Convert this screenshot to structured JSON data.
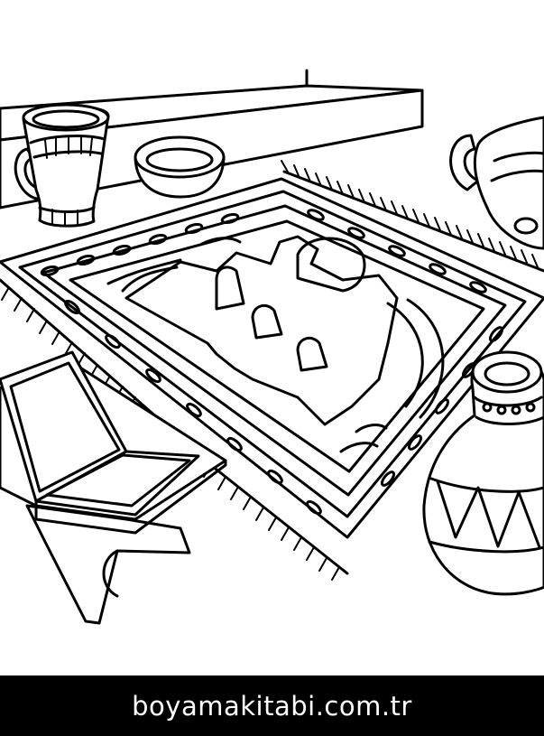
{
  "footer": {
    "site_label": "boyamakitabi.com.tr",
    "background_color": "#000000",
    "text_color": "#ffffff"
  },
  "artwork": {
    "style": "black-and-white line art coloring page",
    "objects": [
      "shelf",
      "cup",
      "bowl",
      "prayer-rug",
      "pot",
      "book-on-stand",
      "vase"
    ]
  }
}
